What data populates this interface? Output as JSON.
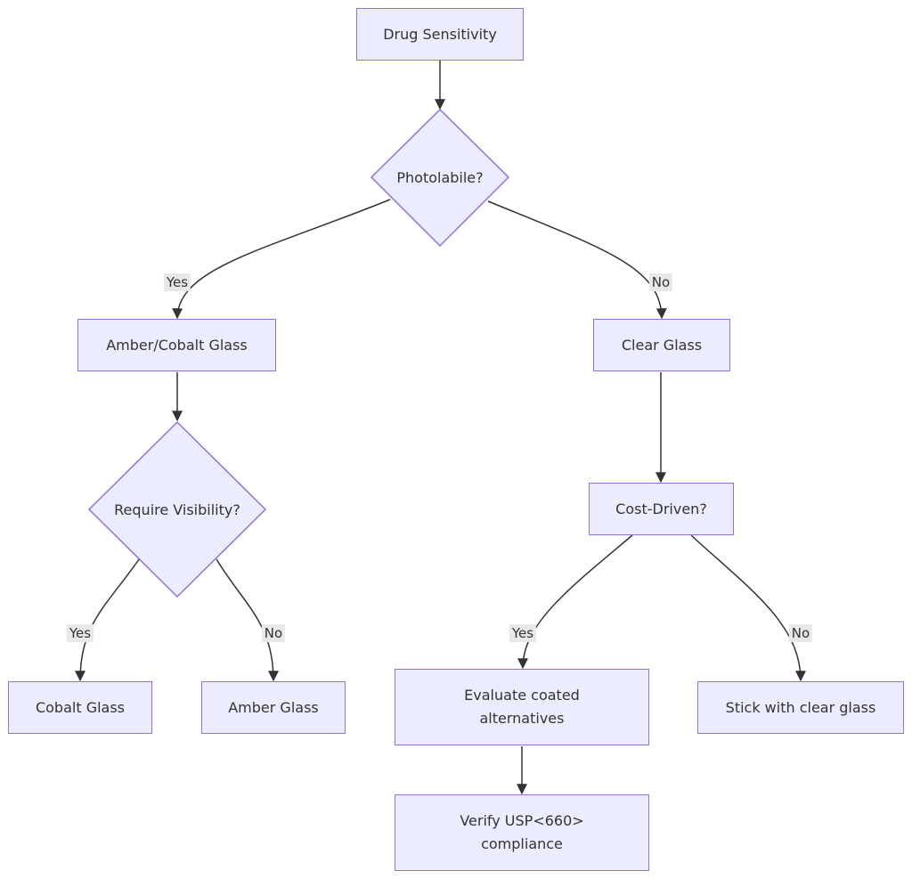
{
  "nodes": {
    "drug_sensitivity": "Drug Sensitivity",
    "photolabile": "Photolabile?",
    "amber_cobalt": "Amber/Cobalt Glass",
    "clear_glass": "Clear Glass",
    "require_visibility": "Require Visibility?",
    "cost_driven": "Cost-Driven?",
    "cobalt_glass": "Cobalt Glass",
    "amber_glass": "Amber Glass",
    "evaluate_coated": "Evaluate coated alternatives",
    "stick_clear": "Stick with clear glass",
    "verify_usp": "Verify USP<660> compliance"
  },
  "edge_labels": {
    "photolabile_yes": "Yes",
    "photolabile_no": "No",
    "visibility_yes": "Yes",
    "visibility_no": "No",
    "cost_yes": "Yes",
    "cost_no": "No"
  },
  "colors": {
    "node_fill": "#ececff",
    "node_border": "#9370db",
    "edge": "#333333",
    "edge_label_bg": "#e8e8e8"
  }
}
